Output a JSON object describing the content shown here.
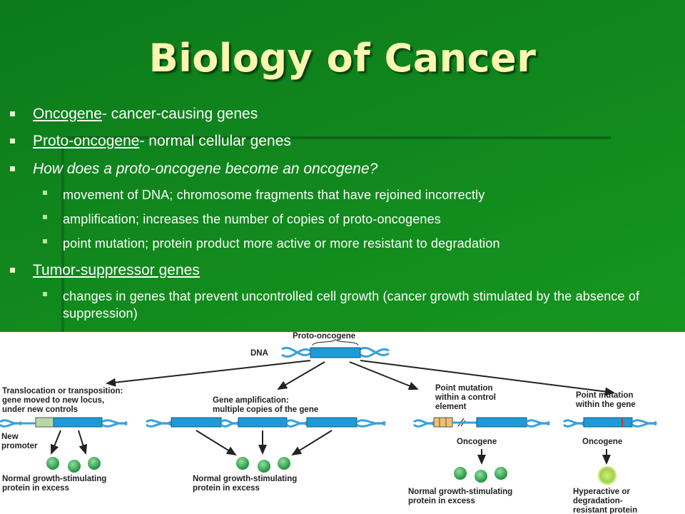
{
  "slide": {
    "title": "Biology of Cancer",
    "bullets": [
      {
        "term": "Oncogene",
        "rest": "- cancer-causing genes"
      },
      {
        "term": "Proto-oncogene",
        "rest": "- normal cellular genes"
      },
      {
        "text": "How does a proto-oncogene become an oncogene?"
      }
    ],
    "sub_bullets": [
      "movement of DNA; chromosome fragments that have rejoined incorrectly",
      "amplification; increases the number of copies of proto-oncogenes",
      "point mutation; protein product more active or more resistant to degradation"
    ],
    "bullet4": {
      "term": "Tumor-suppressor genes"
    },
    "sub_bullet4": "changes in genes that prevent uncontrolled cell growth (cancer growth stimulated by the absence of suppression)"
  },
  "figure": {
    "proto_oncogene": "Proto-oncogene",
    "dna": "DNA",
    "trans_l1": "Translocation or transposition:",
    "trans_l2": "gene moved to new locus,",
    "trans_l3": "under new controls",
    "new_l1": "New",
    "new_l2": "promoter",
    "amp_l1": "Gene amplification:",
    "amp_l2": "multiple copies of the gene",
    "pmc_l1": "Point mutation",
    "pmc_l2": "within a control",
    "pmc_l3": "element",
    "pmg_l1": "Point mutation",
    "pmg_l2": "within the gene",
    "oncogene_a": "Oncogene",
    "oncogene_b": "Oncogene",
    "ex1_l1": "Normal growth-stimulating",
    "ex1_l2": "protein in excess",
    "ex2_l1": "Normal growth-stimulating",
    "ex2_l2": "protein in excess",
    "ex3_l1": "Normal growth-stimulating",
    "ex3_l2": "protein in excess",
    "hyp_l1": "Hyperactive or",
    "hyp_l2": "degradation-",
    "hyp_l3": "resistant protein",
    "colors": {
      "gene": "#1e9ad6",
      "protein": "#2aa84a",
      "hyper": "#b5e35a",
      "promoter": "#b7d9a8",
      "control": "#f0c070"
    }
  }
}
